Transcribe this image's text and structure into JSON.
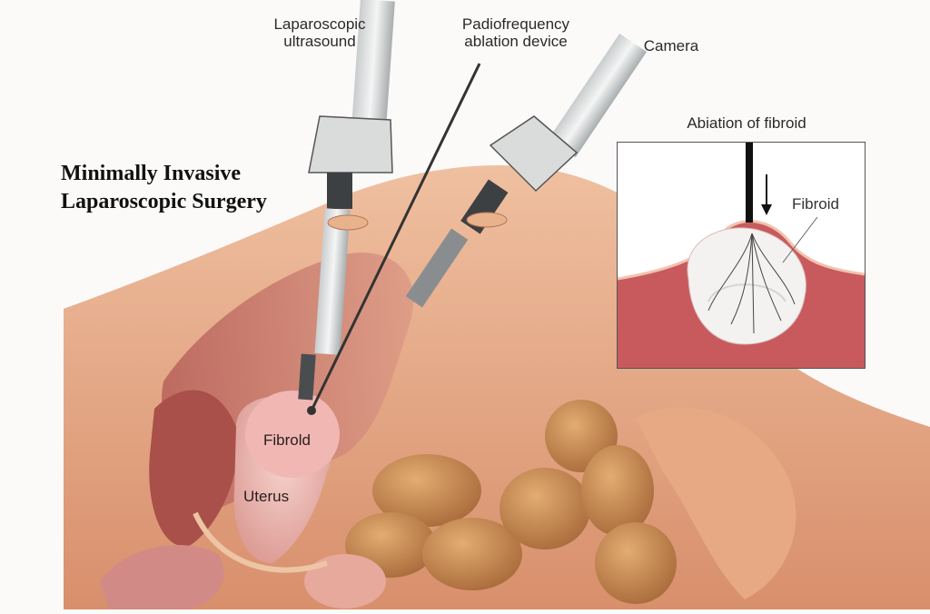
{
  "title": {
    "line1": "Minimally Invasive",
    "line2": "Laparoscopic Surgery"
  },
  "instrument_labels": {
    "ultrasound": {
      "line1": "Laparoscopic",
      "line2": "ultrasound"
    },
    "rf_device": {
      "line1": "Padiofrequency",
      "line2": "ablation device"
    },
    "camera": {
      "line1": "Camera"
    }
  },
  "anatomy_labels": {
    "fibroid": "Fibrold",
    "uterus": "Uterus"
  },
  "inset": {
    "title": "Abiation of fibroid",
    "fibroid_label": "Fibroid"
  },
  "colors": {
    "skin": "#e9b08f",
    "skin_shadow": "#c98262",
    "uterus": "#eebfb8",
    "bowel": "#c98b52",
    "tissue": "#c8555a",
    "fibroid_white": "#f3f1f0",
    "instrument_gray": "#9fa3a5",
    "instrument_dark": "#3a3d40"
  }
}
